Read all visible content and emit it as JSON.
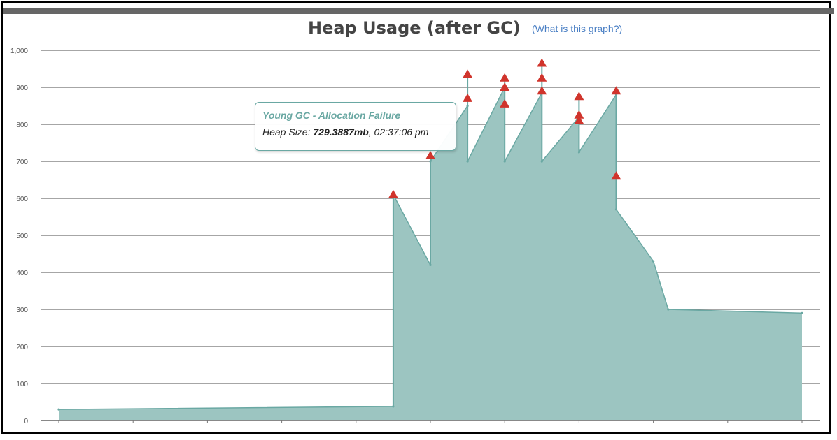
{
  "page": {
    "title": "Heap Usage (after GC)",
    "help_link": "(What is this graph?)"
  },
  "tooltip": {
    "title": "Young GC - Allocation Failure",
    "label": "Heap Size:",
    "value": "729.3887mb",
    "time": ", 02:37:06 pm"
  },
  "colors": {
    "area_fill": "#9cc5c1",
    "area_stroke": "#6aa8a3",
    "marker": "#d0342c",
    "grid": "#888888",
    "tooltip_border": "#6aa8a3"
  },
  "chart_data": {
    "type": "area",
    "title": "Heap Usage (after GC)",
    "xlabel": "",
    "ylabel": "",
    "xlim": [
      0,
      20
    ],
    "ylim": [
      0,
      1000
    ],
    "y_ticks": [
      0,
      100,
      200,
      300,
      400,
      500,
      600,
      700,
      800,
      900,
      1000
    ],
    "y_tick_labels": [
      "0",
      "100",
      "200",
      "300",
      "400",
      "500",
      "600",
      "700",
      "800",
      "900",
      "1,000"
    ],
    "x_ticks": [
      0,
      2,
      4,
      6,
      8,
      10,
      12,
      14,
      16,
      18,
      20
    ],
    "grid": true,
    "series": [
      {
        "points": [
          [
            0,
            30
          ],
          [
            9,
            38
          ],
          [
            9,
            610
          ],
          [
            10,
            420
          ],
          [
            10,
            700
          ],
          [
            11,
            850
          ],
          [
            11,
            700
          ],
          [
            12,
            900
          ],
          [
            12,
            700
          ],
          [
            13,
            885
          ],
          [
            13,
            700
          ],
          [
            14,
            820
          ],
          [
            14,
            725
          ],
          [
            15,
            880
          ],
          [
            15,
            570
          ],
          [
            16,
            430
          ],
          [
            16.4,
            300
          ],
          [
            20,
            290
          ]
        ]
      }
    ],
    "gc_markers": [
      [
        9,
        610
      ],
      [
        10,
        715
      ],
      [
        11,
        935
      ],
      [
        11,
        870
      ],
      [
        12,
        925
      ],
      [
        12,
        900
      ],
      [
        12,
        855
      ],
      [
        13,
        965
      ],
      [
        13,
        925
      ],
      [
        13,
        890
      ],
      [
        14,
        875
      ],
      [
        14,
        825
      ],
      [
        14,
        810
      ],
      [
        15,
        890
      ],
      [
        15,
        660
      ]
    ]
  }
}
